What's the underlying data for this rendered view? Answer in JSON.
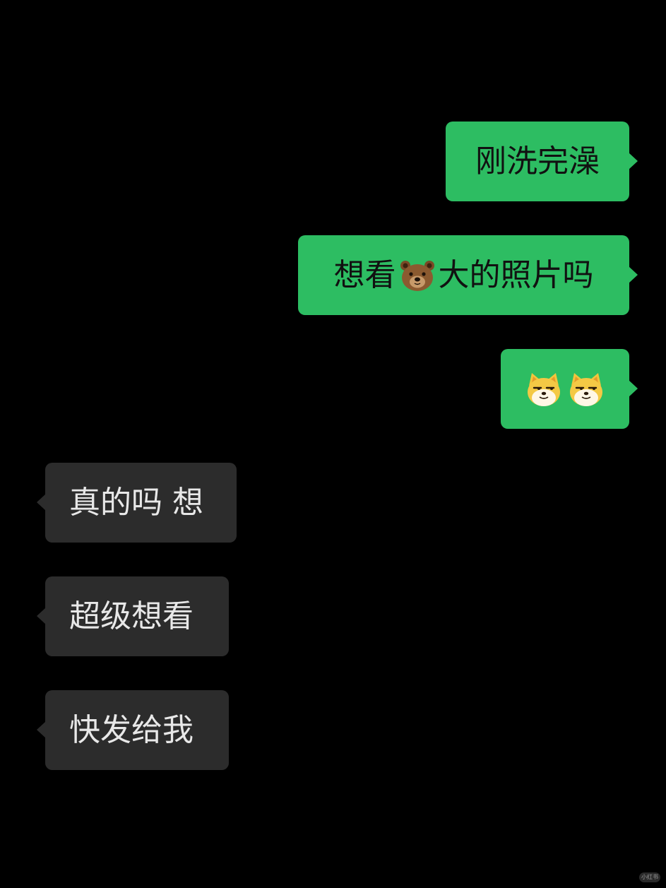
{
  "colors": {
    "background": "#000000",
    "outgoing_bubble": "#2dbd62",
    "incoming_bubble": "#2c2c2c",
    "outgoing_text": "#111111",
    "incoming_text": "#e8e8e8"
  },
  "messages": [
    {
      "direction": "outgoing",
      "text": "刚洗完澡"
    },
    {
      "direction": "outgoing",
      "text_before": "想看",
      "emoji": "bear-face-icon",
      "text_after": "大的照片吗"
    },
    {
      "direction": "outgoing",
      "emojis": [
        "doge-icon",
        "doge-icon"
      ]
    },
    {
      "direction": "incoming",
      "text": "真的吗 想"
    },
    {
      "direction": "incoming",
      "text": "超级想看"
    },
    {
      "direction": "incoming",
      "text": "快发给我"
    }
  ],
  "watermark": {
    "text": "小红书"
  }
}
